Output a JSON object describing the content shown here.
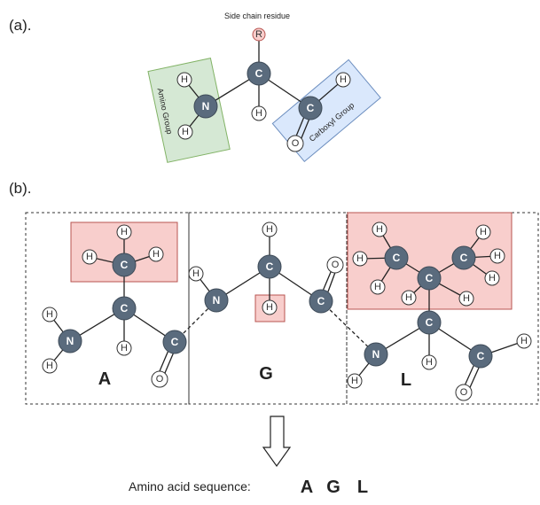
{
  "panel_a": {
    "label": "(a).",
    "side_chain_caption": "Side chain residue",
    "amino_group_label": "Amino Group",
    "carboxyl_group_label": "Carboxyl Group",
    "colors": {
      "amino": "#d5e8d4",
      "amino_border": "#82b366",
      "carboxyl": "#dae8fc",
      "carboxyl_border": "#6c8ebf",
      "r_fill": "#f8cecc",
      "r_border": "#b85450"
    },
    "atoms": {
      "r": "R",
      "c": "C",
      "n": "N",
      "h": "H",
      "o": "O"
    }
  },
  "panel_b": {
    "label": "(b).",
    "residue_letters": [
      "A",
      "G",
      "L"
    ],
    "side_chain_color": "#f8cecc",
    "side_chain_border": "#b85450",
    "atom_fill": "#5a6b7d",
    "atoms": {
      "c": "C",
      "n": "N",
      "h": "H",
      "o": "O"
    }
  },
  "sequence": {
    "label": "Amino acid sequence:",
    "letters": [
      "A",
      "G",
      "L"
    ]
  }
}
